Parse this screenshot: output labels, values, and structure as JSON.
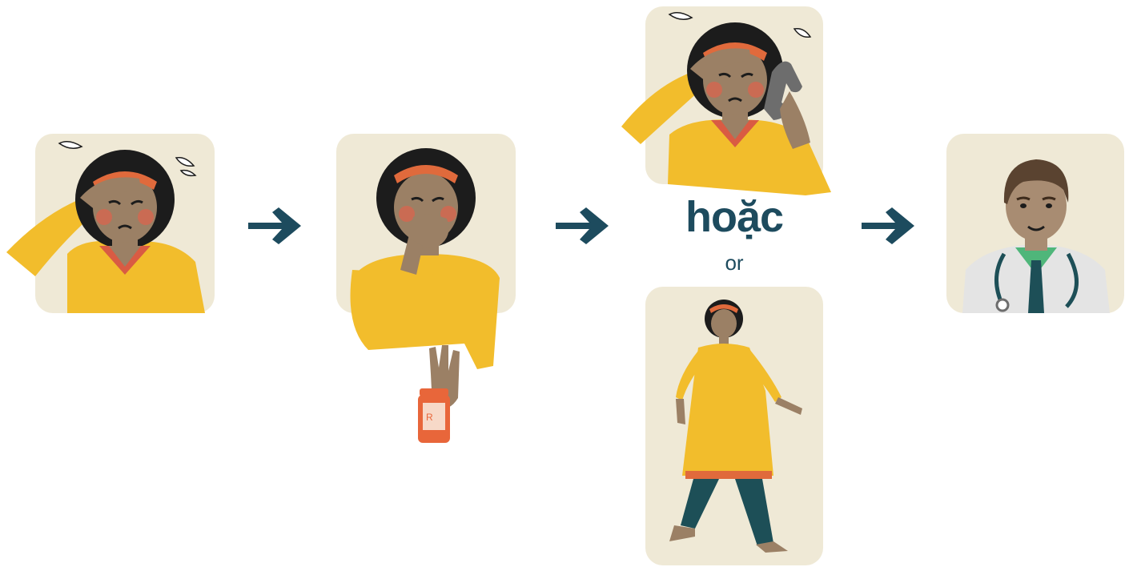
{
  "steps": [
    {
      "illustration": "woman-with-headache"
    },
    {
      "illustration": "woman-covering-mouth-refusing-medicine"
    },
    {
      "illustration": "woman-with-headache-on-phone"
    },
    {
      "illustration": "doctor"
    }
  ],
  "alternative": {
    "label_main": "hoặc",
    "label_sub": "or",
    "illustration": "woman-walking"
  },
  "colors": {
    "panel_bg": "#efe9d6",
    "arrow": "#1d4b5e",
    "shirt": "#f2bd2c",
    "skin": "#9b8065",
    "hair": "#1c1c1c",
    "pants": "#1d4f57",
    "rx_bottle": "#e8663a"
  }
}
